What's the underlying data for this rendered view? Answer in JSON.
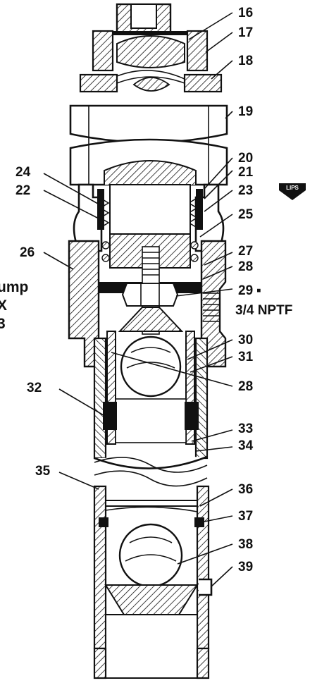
{
  "diagram": {
    "callouts": [
      "16",
      "17",
      "18",
      "19",
      "20",
      "21",
      "22",
      "23",
      "24",
      "25",
      "26",
      "27",
      "28",
      "28",
      "29",
      "30",
      "31",
      "32",
      "33",
      "34",
      "35",
      "36",
      "37",
      "38",
      "39"
    ],
    "port_label": "3/4 NPTF",
    "part29_marker": "▪",
    "badge_text": "LIPS",
    "side_text": [
      "ump",
      "X",
      "3"
    ]
  }
}
